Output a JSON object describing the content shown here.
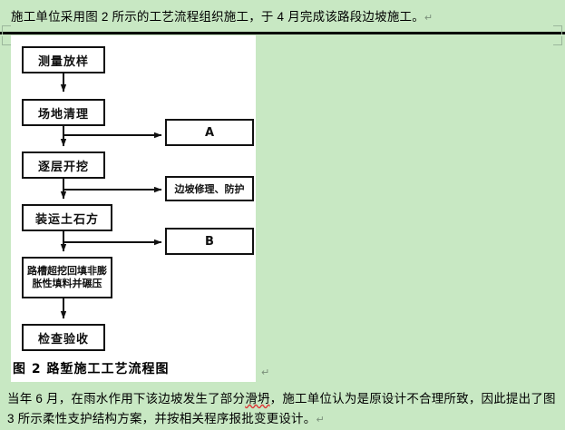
{
  "document": {
    "background_color": "#c8e8c3",
    "figure_background": "#ffffff",
    "top_paragraph": "施工单位采用图 2 所示的工艺流程组织施工，于 4 月完成该路段边坡施工。",
    "top_paragraph_mark": "↵",
    "bottom_paragraph_line1_a": "当年 6 月，在雨水作用下该边坡发生了部分",
    "bottom_paragraph_misspelled": "滑坍",
    "bottom_paragraph_line1_b": "，施工单位认为是原设计不合理所致，因此提出了图",
    "bottom_paragraph_line2": "3 所示柔性支护结构方案，并按相关程序报批变更设计。",
    "bottom_paragraph_mark": "↵"
  },
  "figure": {
    "caption": "图 2  路堑施工工艺流程图",
    "caption_mark": "↵",
    "nodes": [
      {
        "id": "n1",
        "label": "测量放样"
      },
      {
        "id": "n2",
        "label": "场地清理"
      },
      {
        "id": "n3",
        "label": "逐层开挖"
      },
      {
        "id": "n4",
        "label": "装运土石方"
      },
      {
        "id": "n5",
        "label": "路槽超挖回填非膨胀性填料并碾压"
      },
      {
        "id": "n6",
        "label": "检查验收"
      }
    ],
    "side_nodes": [
      {
        "id": "a",
        "label": "A"
      },
      {
        "id": "b",
        "label": "边坡修理、防护"
      },
      {
        "id": "c",
        "label": "B"
      }
    ]
  }
}
